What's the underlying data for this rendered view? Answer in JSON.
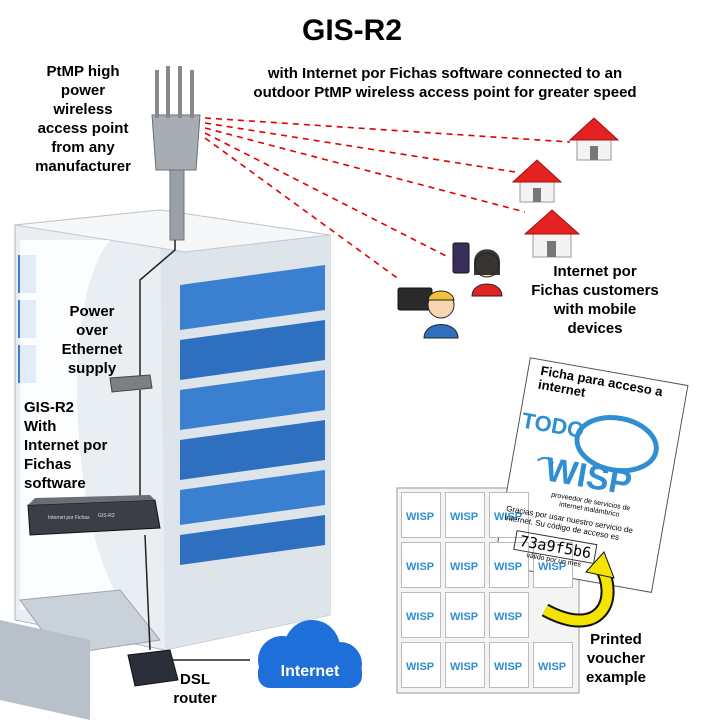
{
  "title": "GIS-R2",
  "subtitle_line1": "with Internet por Fichas software connected to an",
  "subtitle_line2": "outdoor PtMP wireless access point for greater speed",
  "ap_label": [
    "PtMP high",
    "power",
    "wireless",
    "access point",
    "from any",
    "manufacturer"
  ],
  "poe_label": [
    "Power",
    "over",
    "Ethernet",
    "supply"
  ],
  "gis_label": [
    "GIS-R2",
    "With",
    "Internet por",
    "Fichas",
    "software"
  ],
  "customers_label": [
    "Internet por",
    "Fichas customers",
    "with mobile",
    "devices"
  ],
  "voucher_label": [
    "Printed",
    "voucher",
    "example"
  ],
  "dsl_label": [
    "DSL",
    "router"
  ],
  "internet_label": "Internet",
  "voucher": {
    "heading": "Ficha para acceso a internet",
    "brand_top": "TODO",
    "brand_bottom": "WISP",
    "tagline": "proveedor de servicios de internet inalámbrico",
    "thanks": "Gracias por usar nuestro servicio de internet. Su código de acceso es",
    "code": "73a9f5b6",
    "validity": "válido por un mes"
  },
  "device_front_text": "Internet por Fichas",
  "device_model": "GIS-R2",
  "colors": {
    "link": "#e00000",
    "cloud": "#1e6fd9",
    "roof": "#e52222",
    "glass": "#3a7fd0"
  }
}
